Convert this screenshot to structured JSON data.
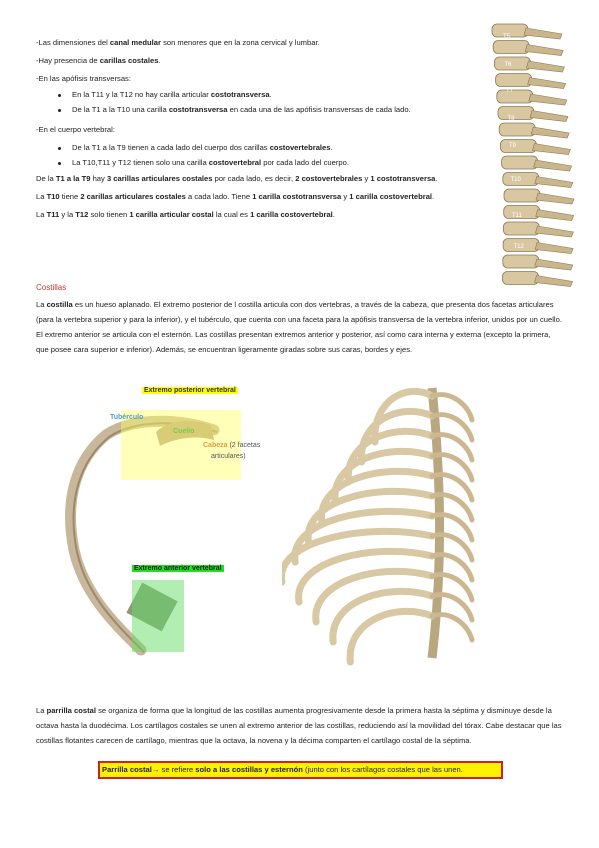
{
  "vertebrae": {
    "lines": [
      {
        "parts": [
          {
            "t": "-Las dimensiones del "
          },
          {
            "t": "canal medular",
            "b": true
          },
          {
            "t": " son menores que en la zona cervical y lumbar."
          }
        ]
      },
      {
        "parts": [
          {
            "t": "-Hay presencia de "
          },
          {
            "t": "carillas costales",
            "b": true
          },
          {
            "t": "."
          }
        ]
      },
      {
        "parts": [
          {
            "t": "-En las apófisis transversas:"
          }
        ]
      },
      {
        "parts": [
          {
            "t": "En la T11 y la T12 no hay carilla articular "
          },
          {
            "t": "costotransversa",
            "b": true
          },
          {
            "t": "."
          }
        ],
        "bullet": true
      },
      {
        "parts": [
          {
            "t": "De la T1 a la T10 una carilla "
          },
          {
            "t": "costotransversa",
            "b": true
          },
          {
            "t": " en cada una de las apófisis transversas de cada lado."
          }
        ],
        "bullet": true
      },
      {
        "parts": [
          {
            "t": "-En el cuerpo vertebral:"
          }
        ]
      },
      {
        "parts": [
          {
            "t": "De la T1 a la T9 tienen a cada lado del cuerpo dos carillas "
          },
          {
            "t": "costovertebrales",
            "b": true
          },
          {
            "t": "."
          }
        ],
        "bullet": true
      },
      {
        "parts": [
          {
            "t": "La T10,T11 y T12 tienen solo una carilla "
          },
          {
            "t": "costovertebral",
            "b": true
          },
          {
            "t": " por cada lado del cuerpo."
          }
        ],
        "bullet": true
      },
      {
        "parts": [
          {
            "t": "De la "
          },
          {
            "t": "T1 a la T9",
            "b": true
          },
          {
            "t": " hay "
          },
          {
            "t": "3 carillas articulares costales",
            "b": true
          },
          {
            "t": " por cada lado, es decir, "
          },
          {
            "t": "2 costovertebrales",
            "b": true
          },
          {
            "t": " y "
          },
          {
            "t": "1 costotransversa",
            "b": true
          },
          {
            "t": "."
          }
        ]
      },
      {
        "parts": [
          {
            "t": "La "
          },
          {
            "t": "T10",
            "b": true
          },
          {
            "t": " tiene "
          },
          {
            "t": "2 carillas articulares costales",
            "b": true
          },
          {
            "t": " a cada lado. Tiene "
          },
          {
            "t": "1 carilla costotransversa",
            "b": true
          },
          {
            "t": " y "
          },
          {
            "t": "1 carilla costovertebral",
            "b": true
          },
          {
            "t": "."
          }
        ]
      },
      {
        "parts": [
          {
            "t": "La "
          },
          {
            "t": "T11",
            "b": true
          },
          {
            "t": " y la "
          },
          {
            "t": "T12",
            "b": true
          },
          {
            "t": " solo tienen "
          },
          {
            "t": "1 carilla articular costal",
            "b": true
          },
          {
            "t": " la cual es "
          },
          {
            "t": "1 carilla costovertebral",
            "b": true
          },
          {
            "t": "."
          }
        ]
      }
    ]
  },
  "spine_labels": [
    "T5",
    "T6",
    "T7",
    "T8",
    "T9",
    "T10",
    "T11",
    "T12"
  ],
  "costillas": {
    "heading": "Costillas",
    "paragraph": [
      {
        "t": "La "
      },
      {
        "t": "costilla",
        "b": true
      },
      {
        "t": " es un hueso aplanado. El extremo posterior de l costilla articula con dos vertebras, a través de la cabeza, que presenta dos facetas articulares (para la vertebra superior y para la inferior), y el tubérculo, que cuenta con una faceta para la apófisis transversa de la vertebra inferior, unidos por un cuello. El extremo anterior se articula con el esternón. Las costillas presentan extremos anterior y posterior, así como cara interna y externa (excepto la primera, que posee cara superior e inferior). Además, se encuentran ligeramente giradas sobre sus caras, bordes y ejes."
      }
    ]
  },
  "rib_diagram": {
    "posterior_label": "Extremo posterior vertebral",
    "anterior_label": "Extremo anterior vertebral",
    "tuberculo": "Tubérculo",
    "cuello": "Cuello",
    "cabeza": "Cabeza",
    "cabeza_detail_1": "(2 facetas",
    "cabeza_detail_2": "articulares)",
    "colors": {
      "highlight_yellow": "#ffff66",
      "highlight_green": "#66dd66",
      "tuberculo": "#4a9fc8",
      "cuello": "#6fcf4f",
      "cabeza": "#e59a3a"
    }
  },
  "parrilla": {
    "paragraph": [
      {
        "t": "La "
      },
      {
        "t": "parrilla costal",
        "b": true
      },
      {
        "t": " se organiza de forma que la longitud de las costillas aumenta progresivamente desde la primera hasta la séptima y disminuye desde la octava hasta la duodécima. Los cartílagos costales se unen al extremo anterior de las costillas, reduciendo así la movilidad del tórax. Cabe destacar que las costillas flotantes carecen de cartílago, mientras que la octava, la novena y la décima comparten el cartílago costal de la séptima."
      }
    ],
    "callout": [
      {
        "t": "Parrilla costal",
        "b": true
      },
      {
        "t": "→ se refiere "
      },
      {
        "t": "solo a las costillas y esternón",
        "b": true
      },
      {
        "t": " (junto con los cartílagos costales que las unen."
      }
    ]
  }
}
